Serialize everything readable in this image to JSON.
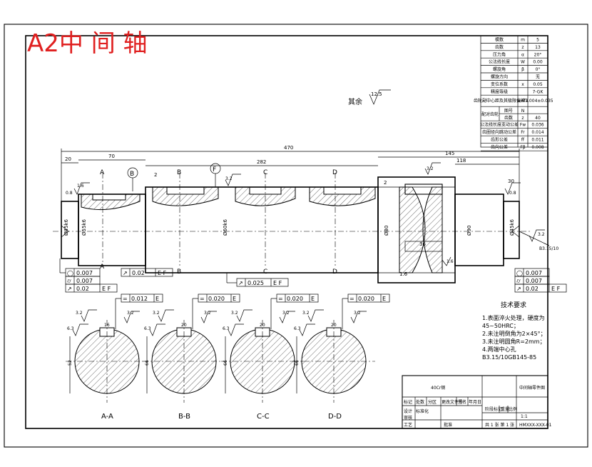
{
  "title": "A2中 间 轴",
  "param_table": {
    "rows": [
      {
        "name": "模数",
        "sym": "m",
        "val": "5"
      },
      {
        "name": "齿数",
        "sym": "z",
        "val": "13"
      },
      {
        "name": "压力角",
        "sym": "α",
        "val": "20°"
      },
      {
        "name": "公法线长度",
        "sym": "W",
        "val": "0.00"
      },
      {
        "name": "螺旋角",
        "sym": "β",
        "val": "0°"
      },
      {
        "name": "螺旋方向",
        "sym": "",
        "val": "无"
      },
      {
        "name": "变位系数",
        "sym": "x",
        "val": "0.05"
      },
      {
        "name": "精度等级",
        "sym": "",
        "val": "7-GK"
      }
    ],
    "row_9_name": "齿轮副中心距及其极限偏差",
    "row_9_sym": "a±fa",
    "row_9_val": "77.004±0.035",
    "row_10_name": "配对齿轮",
    "row_10_sub1": "图号",
    "row_10_sub1_sym": "N",
    "row_10_sub2": "齿数",
    "row_10_sub2_sym": "z",
    "row_10_sub2_val": "40",
    "rows_after": [
      {
        "name": "公法线长度变动公差",
        "sym": "Fw",
        "val": "0.036"
      },
      {
        "name": "齿圈径向跳动公差",
        "sym": "Fr",
        "val": "0.014"
      },
      {
        "name": "齿形公差",
        "sym": "ff",
        "val": "0.011"
      },
      {
        "name": "齿向公差",
        "sym": "Fβ",
        "val": "0.008"
      }
    ]
  },
  "roughness_other": {
    "label": "其余",
    "value": "12.5"
  },
  "dims": {
    "overall": "470",
    "d20": "20",
    "d70": "70",
    "d2a": "2",
    "d282": "282",
    "d2b": "2",
    "d145": "145",
    "d118": "118",
    "d30": "30",
    "d36": "36",
    "dia_left": "Ø45k6",
    "dia_b": "Ø55k6",
    "dia_mid": "Ø60k6",
    "dia_tip": "Ø80",
    "dia_root": "Ø90",
    "dia_right": "Ø45k6",
    "center_hole": "B3.15/10",
    "ch16": "1.6",
    "r08a": "0.8",
    "r16a": "1.6",
    "r08b": "0.8",
    "r16b": "1.6",
    "r32a": "3.2",
    "r32b": "3.2",
    "r32c": "3.2"
  },
  "section_labels": {
    "A": "A",
    "B": "B",
    "C": "C",
    "D": "D",
    "datumB": "B",
    "datumF": "F"
  },
  "tolerances": {
    "left": [
      {
        "sym": "◯",
        "val": "0.007",
        "ref": ""
      },
      {
        "sym": "⌭",
        "val": "0.007",
        "ref": ""
      },
      {
        "sym": "↗",
        "val": "0.02",
        "ref": "E F"
      }
    ],
    "runout_b": {
      "sym": "↗",
      "val": "0.02",
      "ref": "E F"
    },
    "runout_c": {
      "sym": "↗",
      "val": "0.025",
      "ref": "E F"
    },
    "right": [
      {
        "sym": "◯",
        "val": "0.007",
        "ref": ""
      },
      {
        "sym": "⌭",
        "val": "0.007",
        "ref": ""
      },
      {
        "sym": "↗",
        "val": "0.02",
        "ref": "E F"
      }
    ]
  },
  "sections": [
    {
      "label": "A-A",
      "sym": "=",
      "tol": "0.012",
      "ref": "E",
      "r1": "3.2",
      "r2": "3.2",
      "r3": "6.3",
      "key": "16",
      "depth": "52"
    },
    {
      "label": "B-B",
      "sym": "=",
      "tol": "0.020",
      "ref": "E",
      "r1": "3.2",
      "r2": "3.2",
      "r3": "6.3",
      "key": "20",
      "depth": "66"
    },
    {
      "label": "C-C",
      "sym": "=",
      "tol": "0.020",
      "ref": "E",
      "r1": "3.2",
      "r2": "3.2",
      "r3": "6.3",
      "key": "20",
      "depth": "66"
    },
    {
      "label": "D-D",
      "sym": "=",
      "tol": "0.020",
      "ref": "E",
      "r1": "3.2",
      "r2": "3.2",
      "r3": "6.3",
      "key": "20",
      "depth": "66"
    }
  ],
  "tech_req": {
    "heading": "技术要求",
    "lines": [
      "1.表面淬火处理，硬度为",
      "45~50HRC；",
      "2.未注明倒角为2×45°；",
      "3.未注明圆角R=2mm；",
      "4.两端中心孔",
      "B3.15/10GB145-85"
    ]
  },
  "title_block": {
    "material": "40Cr钢",
    "part_name": "中间轴零件图",
    "drawing_no": "HMXXX-XXX-01",
    "scale_label": "比例",
    "scale": "1:1",
    "sheet": "共 1 张 第 1 张",
    "marks": [
      "标记",
      "处数",
      "分区",
      "更改文件号",
      "签名",
      "年月日"
    ],
    "roles": [
      "设计",
      "审核",
      "工艺"
    ],
    "std": "标准化",
    "approve": "批准",
    "stage": "阶段标记",
    "weight": "重量"
  }
}
